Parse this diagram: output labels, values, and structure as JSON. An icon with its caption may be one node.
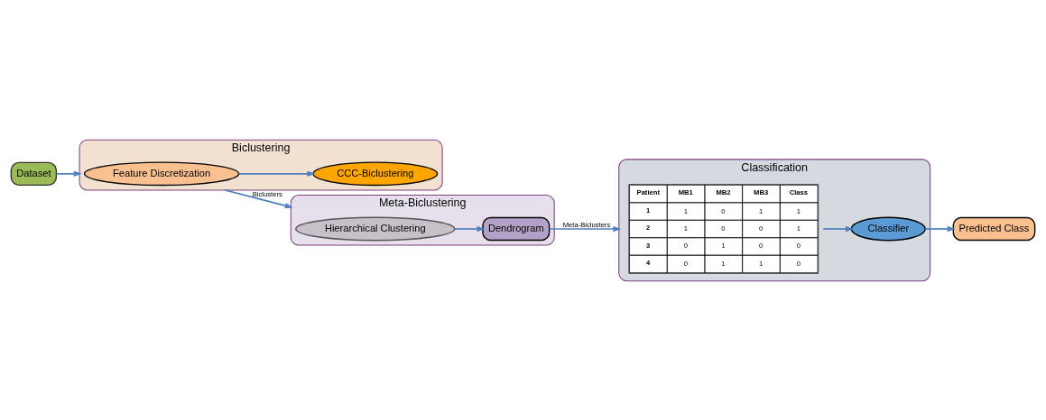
{
  "diagram": {
    "nodes": [
      {
        "text": [
          "Dataset"
        ]
      },
      {
        "text": [
          "Biclustering"
        ]
      },
      {
        "text": [
          "Feature Discretization"
        ],
        "in": 1
      },
      {
        "text": [
          "CCC-Biclustering"
        ],
        "in": 1
      },
      {
        "text": [
          "Meta-Biclustering"
        ]
      },
      {
        "text": [
          "Hierarchical Clustering"
        ],
        "in": 4
      },
      {
        "text": [
          "Dendrogram"
        ],
        "in": 4
      },
      {
        "text": [
          "Classification"
        ]
      },
      {
        "text": [
          "Patient",
          "MB1",
          "MB2",
          "MB3",
          "Class",
          "1",
          "1",
          "0",
          "1",
          "1",
          "2",
          "1",
          "0",
          "0",
          "1",
          "3",
          "0",
          "1",
          "0",
          "0",
          "4",
          "0",
          "1",
          "1",
          "0"
        ],
        "in": 7
      },
      {
        "text": [
          "Classifier"
        ],
        "in": 7
      },
      {
        "text": [
          "Predicted Class"
        ]
      }
    ],
    "edges": [
      {
        "from": 0,
        "to": 1,
        "arrow": "to"
      },
      {
        "from": 2,
        "to": 3,
        "arrow": "to"
      },
      {
        "from": 1,
        "to": 4,
        "arrow": "to",
        "label": "Biclusters"
      },
      {
        "from": 5,
        "to": 6,
        "arrow": "to"
      },
      {
        "from": 6,
        "to": 7,
        "arrow": "to",
        "label": "Meta-Biclusters"
      },
      {
        "from": 8,
        "to": 9,
        "arrow": "to"
      },
      {
        "from": 9,
        "to": 10,
        "arrow": "to"
      }
    ]
  }
}
